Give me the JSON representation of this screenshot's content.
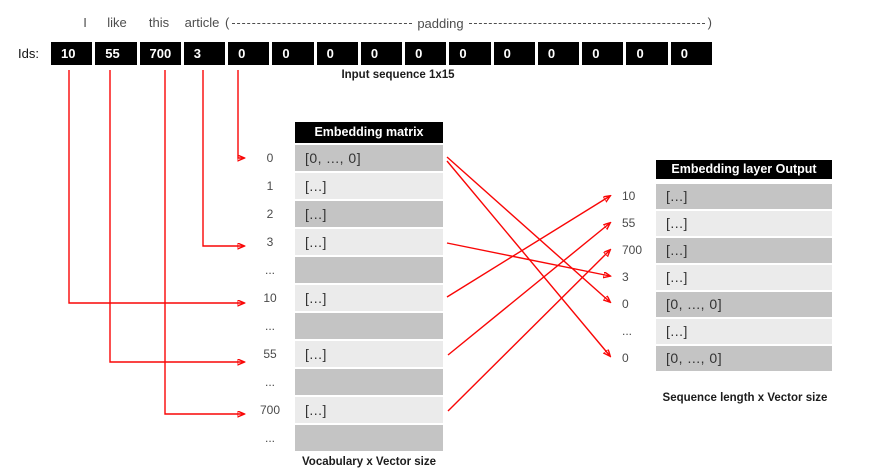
{
  "sentence": {
    "tokens": [
      "I",
      "like",
      "this",
      "article"
    ],
    "padding_open": "(",
    "padding_label": "padding",
    "padding_close": ")"
  },
  "ids_bar": {
    "label": "Ids:",
    "values": [
      "10",
      "55",
      "700",
      "3",
      "0",
      "0",
      "0",
      "0",
      "0",
      "0",
      "0",
      "0",
      "0",
      "0",
      "0"
    ],
    "caption": "Input sequence 1x15"
  },
  "embedding_matrix": {
    "title": "Embedding matrix",
    "caption": "Vocabulary x Vector size",
    "rows": [
      {
        "label": "0",
        "value": "[0, ..., 0]"
      },
      {
        "label": "1",
        "value": "[...]"
      },
      {
        "label": "2",
        "value": "[...]"
      },
      {
        "label": "3",
        "value": "[...]"
      },
      {
        "label": "...",
        "value": ""
      },
      {
        "label": "10",
        "value": "[...]"
      },
      {
        "label": "...",
        "value": ""
      },
      {
        "label": "55",
        "value": "[...]"
      },
      {
        "label": "...",
        "value": ""
      },
      {
        "label": "700",
        "value": "[...]"
      },
      {
        "label": "...",
        "value": ""
      }
    ]
  },
  "output_table": {
    "title": "Embedding layer Output",
    "caption": "Sequence length x Vector size",
    "rows": [
      {
        "label": "10",
        "value": "[...]"
      },
      {
        "label": "55",
        "value": "[...]"
      },
      {
        "label": "700",
        "value": "[...]"
      },
      {
        "label": "3",
        "value": "[...]"
      },
      {
        "label": "0",
        "value": "[0, ..., 0]"
      },
      {
        "label": "...",
        "value": "[...]"
      },
      {
        "label": "0",
        "value": "[0, ..., 0]"
      }
    ]
  },
  "connections": {
    "ids_to_matrix": [
      {
        "from": "id-10",
        "to": "matrix-row-10"
      },
      {
        "from": "id-55",
        "to": "matrix-row-55"
      },
      {
        "from": "id-700",
        "to": "matrix-row-700"
      },
      {
        "from": "id-3",
        "to": "matrix-row-3"
      },
      {
        "from": "id-0",
        "to": "matrix-row-0"
      }
    ],
    "matrix_to_output": [
      {
        "from": "matrix-row-0",
        "to": "output-row-0-first"
      },
      {
        "from": "matrix-row-0",
        "to": "output-row-0-last"
      },
      {
        "from": "matrix-row-3",
        "to": "output-row-3"
      },
      {
        "from": "matrix-row-10",
        "to": "output-row-10"
      },
      {
        "from": "matrix-row-55",
        "to": "output-row-55"
      },
      {
        "from": "matrix-row-700",
        "to": "output-row-700"
      }
    ]
  },
  "colors": {
    "arrow": "#f90606",
    "row_dark": "#c4c4c4",
    "row_light": "#ebebeb",
    "header_bg": "#000000",
    "header_text": "#ffffff"
  }
}
